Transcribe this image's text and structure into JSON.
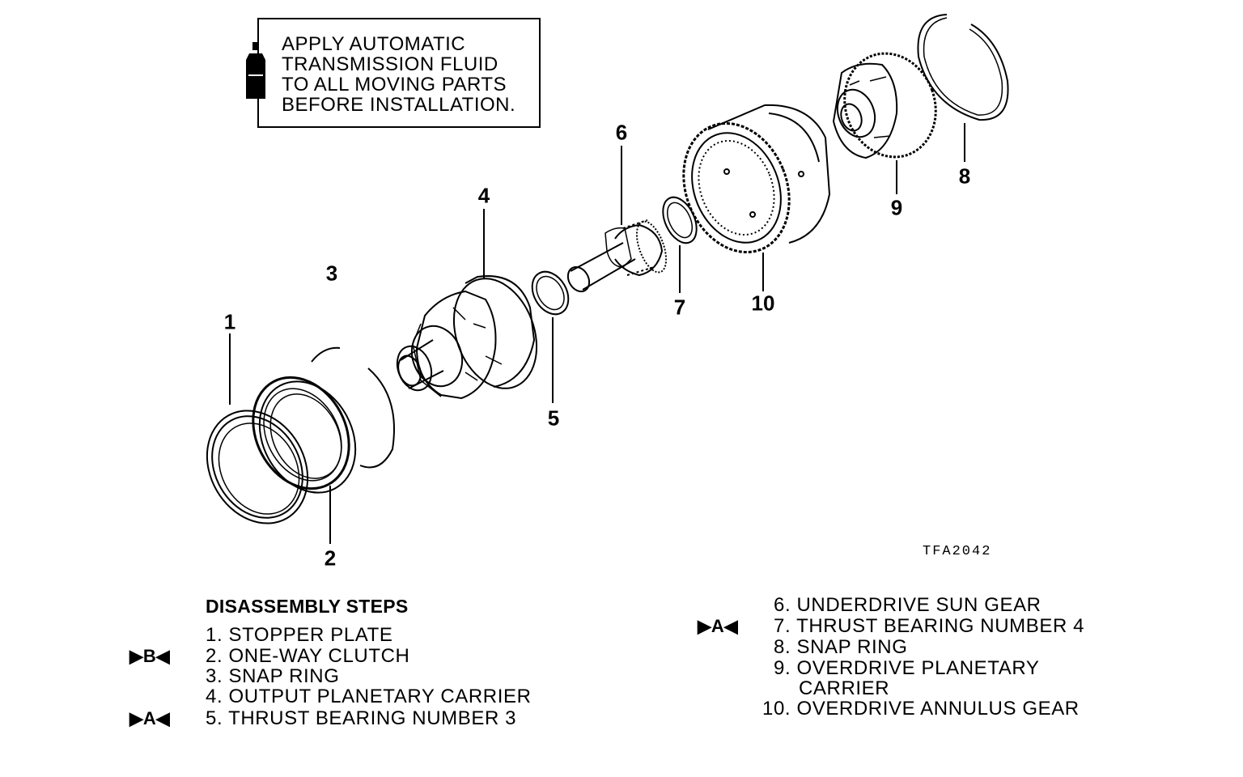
{
  "note": {
    "text": "APPLY AUTOMATIC\nTRANSMISSION FLUID\nTO ALL MOVING PARTS\nBEFORE INSTALLATION.",
    "icon": "oil-bottle-icon"
  },
  "callouts": [
    "1",
    "2",
    "3",
    "4",
    "5",
    "6",
    "7",
    "8",
    "9",
    "10"
  ],
  "figure_code": "TFA2042",
  "steps_title": "DISASSEMBLY STEPS",
  "steps_left": [
    {
      "num": "1.",
      "label": "STOPPER PLATE",
      "marker": ""
    },
    {
      "num": "2.",
      "label": "ONE-WAY CLUTCH",
      "marker": "▶B◀"
    },
    {
      "num": "3.",
      "label": "SNAP RING",
      "marker": ""
    },
    {
      "num": "4.",
      "label": "OUTPUT PLANETARY CARRIER",
      "marker": ""
    },
    {
      "num": "5.",
      "label": "THRUST BEARING NUMBER 3",
      "marker": "▶A◀"
    }
  ],
  "steps_right": [
    {
      "num": "6.",
      "label": "UNDERDRIVE SUN GEAR",
      "marker": ""
    },
    {
      "num": "7.",
      "label": "THRUST BEARING NUMBER 4",
      "marker": "▶A◀"
    },
    {
      "num": "8.",
      "label": "SNAP RING",
      "marker": ""
    },
    {
      "num": "9.",
      "label": "OVERDRIVE PLANETARY",
      "marker": ""
    },
    {
      "num": "",
      "label": "CARRIER",
      "marker": ""
    },
    {
      "num": "10.",
      "label": "OVERDRIVE ANNULUS GEAR",
      "marker": ""
    }
  ]
}
